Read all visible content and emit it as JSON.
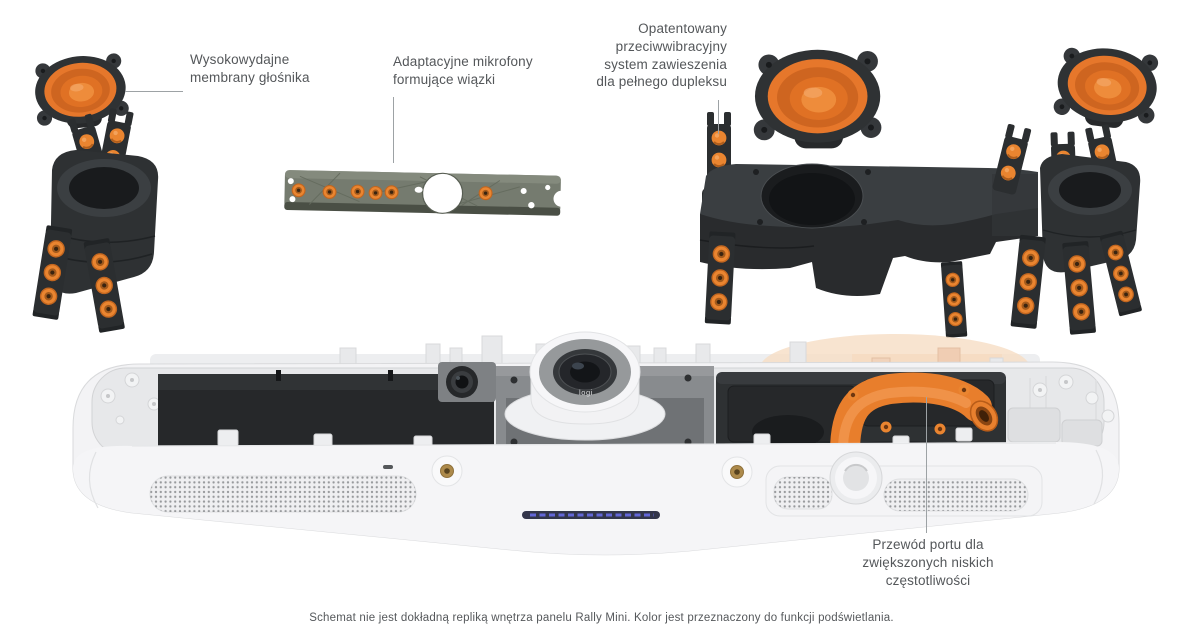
{
  "callouts": {
    "speaker_membranes": {
      "text": "Wysokowydajne\nmembrany głośnika"
    },
    "beamforming_mics": {
      "text": "Adaptacyjne mikrofony\nformujące wiązki"
    },
    "suspension_system": {
      "text": "Opatentowany\nprzeciwwibracyjny\nsystem zawieszenia\ndla pełnego dupleksu"
    },
    "bass_port": {
      "text": "Przewód portu dla\nzwiększonych niskich\nczęstotliwości"
    }
  },
  "device": {
    "lens_logo": "logi"
  },
  "footnote": "Schemat nie jest dokładną repliką wnętrza panelu Rally Mini. Kolor jest przeznaczony do funkcji podświetlania.",
  "colors": {
    "accent_orange": "#E87E2C",
    "part_dark": "#2E3133",
    "pcb_green_gray": "#757B6F",
    "shell_white": "#F3F3F5",
    "led_blue": "#6366D8",
    "text_gray": "#54575A",
    "leader_line_gray": "#9DA2A5"
  }
}
